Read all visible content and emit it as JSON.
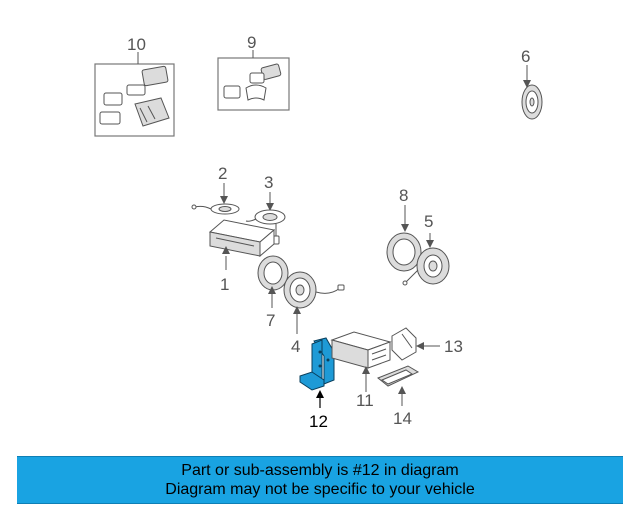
{
  "callouts": {
    "c1": "1",
    "c2": "2",
    "c3": "3",
    "c4": "4",
    "c5": "5",
    "c6": "6",
    "c7": "7",
    "c8": "8",
    "c9": "9",
    "c10": "10",
    "c11": "11",
    "c12": "12",
    "c13": "13",
    "c14": "14"
  },
  "highlight": {
    "part": "12",
    "color": "#1e9ad6"
  },
  "banner": {
    "line1": "Part or sub-assembly is #12 in diagram",
    "line2": "Diagram may not be specific to your vehicle",
    "color": "#19a3e2"
  }
}
